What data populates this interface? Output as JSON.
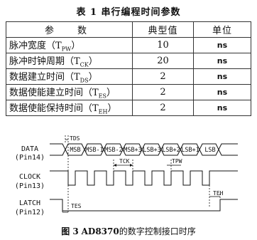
{
  "table": {
    "caption": "表 1   串行编程时间参数",
    "headers": [
      "参　数",
      "典型值",
      "单位"
    ],
    "rows": [
      {
        "name": "脉冲宽度（T",
        "sub": "PW",
        "tail": "）",
        "value": "10",
        "unit": "ns"
      },
      {
        "name": "脉冲时钟周期（T",
        "sub": "CK",
        "tail": "）",
        "value": "20",
        "unit": "ns"
      },
      {
        "name": "数据建立时间（T",
        "sub": "DS",
        "tail": "）",
        "value": "2",
        "unit": "ns"
      },
      {
        "name": "数据使能建立时间（T",
        "sub": "ES",
        "tail": "）",
        "value": "2",
        "unit": "ns"
      },
      {
        "name": "数据使能保持时间（T",
        "sub": "EH",
        "tail": "）",
        "value": "2",
        "unit": "ns"
      }
    ]
  },
  "diagram": {
    "signals": [
      {
        "name": "DATA",
        "pin": "(Pin14)"
      },
      {
        "name": "CLOCK",
        "pin": "(Pin13)"
      },
      {
        "name": "LATCH",
        "pin": "(Pin12)"
      }
    ],
    "bits": [
      "MSB",
      "MSB-1",
      "MSB-2",
      "MSB+3",
      "LSB+3",
      "LSB+2",
      "LSB+1",
      "LSB"
    ],
    "timing_labels": {
      "tds": "TDS",
      "tck": "TCK",
      "tpw": "TPW",
      "tes": "TES",
      "teh": "TEH"
    }
  },
  "figure": {
    "number": "图 3",
    "chip": "AD8370",
    "text": "的数字控制接口时序"
  }
}
